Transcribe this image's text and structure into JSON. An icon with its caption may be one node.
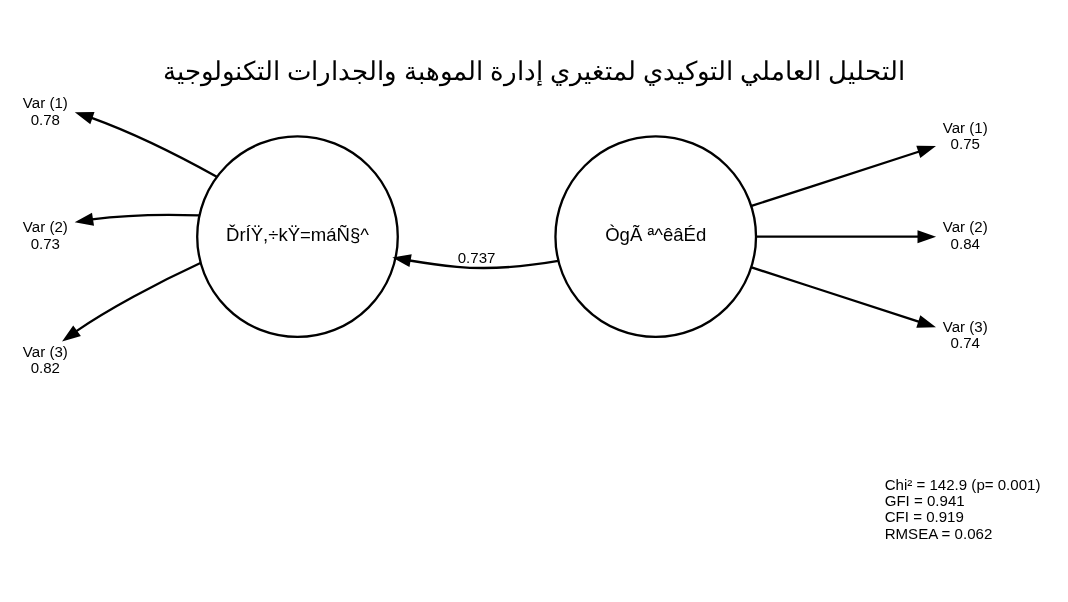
{
  "diagram": {
    "title": "التحليل العاملي التوكيدي لمتغيري إدارة الموهبة والجدارات التكنولوجية",
    "nodes": [
      {
        "text": [
          "ĎrÍŸ,÷kŸ=máÑ§^"
        ]
      },
      {
        "text": [
          "ÒgÃ ª^êâÉd"
        ]
      },
      {
        "text": [
          "Var (1)",
          "0.78"
        ]
      },
      {
        "text": [
          "Var (2)",
          "0.73"
        ]
      },
      {
        "text": [
          "Var (3)",
          "0.82"
        ]
      },
      {
        "text": [
          "Var (1)",
          "0.75"
        ]
      },
      {
        "text": [
          "Var (2)",
          "0.84"
        ]
      },
      {
        "text": [
          "Var (3)",
          "0.74"
        ]
      }
    ],
    "edges": [
      {
        "from": 0,
        "to": 2,
        "arrow": "to"
      },
      {
        "from": 0,
        "to": 3,
        "arrow": "to"
      },
      {
        "from": 0,
        "to": 4,
        "arrow": "to"
      },
      {
        "from": 1,
        "to": 0,
        "arrow": "to",
        "label": "0.737"
      },
      {
        "from": 1,
        "to": 5,
        "arrow": "to"
      },
      {
        "from": 1,
        "to": 6,
        "arrow": "to"
      },
      {
        "from": 1,
        "to": 7,
        "arrow": "to"
      }
    ],
    "labels": [
      "Chi² = 142.9 (p= 0.001)",
      "GFI = 0.941",
      "CFI = 0.919",
      "RMSEA = 0.062"
    ]
  }
}
